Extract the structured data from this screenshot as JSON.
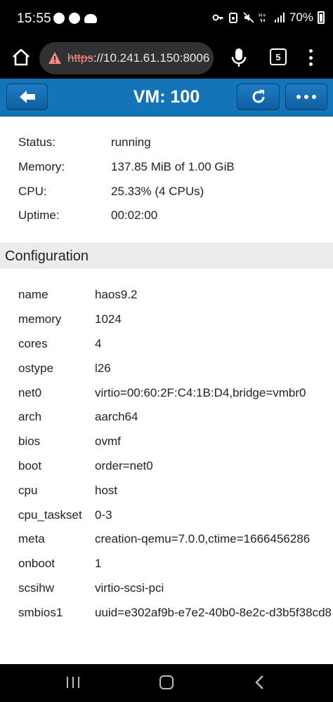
{
  "status_bar": {
    "time": "15:55",
    "battery": "70%"
  },
  "browser": {
    "url_scheme": "https",
    "url_rest": "://10.241.61.150:8006",
    "tab_count": "5"
  },
  "app": {
    "title": "VM: 100"
  },
  "status": [
    {
      "label": "Status:",
      "value": "running"
    },
    {
      "label": "Memory:",
      "value": "137.85 MiB of 1.00 GiB"
    },
    {
      "label": "CPU:",
      "value": "25.33% (4 CPUs)"
    },
    {
      "label": "Uptime:",
      "value": "00:02:00"
    }
  ],
  "configuration": {
    "heading": "Configuration",
    "rows": [
      {
        "key": "name",
        "value": "haos9.2"
      },
      {
        "key": "memory",
        "value": "1024"
      },
      {
        "key": "cores",
        "value": "4"
      },
      {
        "key": "ostype",
        "value": "l26"
      },
      {
        "key": "net0",
        "value": "virtio=00:60:2F:C4:1B:D4,bridge=vmbr0"
      },
      {
        "key": "arch",
        "value": "aarch64"
      },
      {
        "key": "bios",
        "value": "ovmf"
      },
      {
        "key": "boot",
        "value": "order=net0"
      },
      {
        "key": "cpu",
        "value": "host"
      },
      {
        "key": "cpu_taskset",
        "value": "0-3"
      },
      {
        "key": "meta",
        "value": "creation-qemu=7.0.0,ctime=1666456286"
      },
      {
        "key": "onboot",
        "value": "1"
      },
      {
        "key": "scsihw",
        "value": "virtio-scsi-pci"
      },
      {
        "key": "smbios1",
        "value": "uuid=e302af9b-e7e2-40b0-8e2c-d3b5f38cd8"
      }
    ]
  },
  "colors": {
    "header_blue": "#1474b8",
    "section_gray": "#ececec"
  }
}
